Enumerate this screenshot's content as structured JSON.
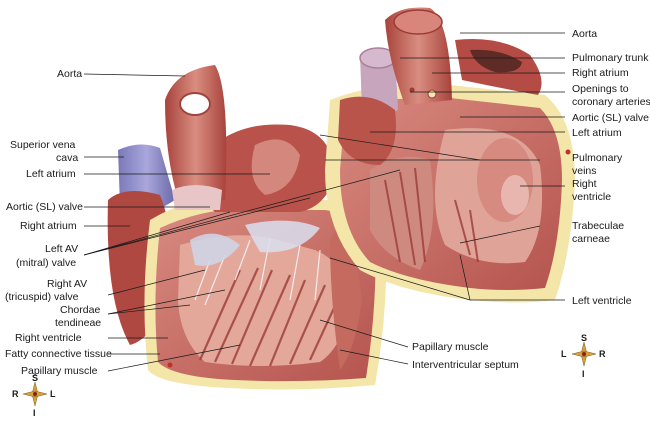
{
  "labels": {
    "aorta_left": "Aorta",
    "svc_1": "Superior vena",
    "svc_2": "cava",
    "left_atrium_left": "Left atrium",
    "aortic_sl_left": "Aortic (SL) valve",
    "right_atrium_left": "Right atrium",
    "left_av_1": "Left AV",
    "left_av_2": "(mitral) valve",
    "right_av_1": "Right AV",
    "right_av_2": "(tricuspid) valve",
    "chordae_1": "Chordae",
    "chordae_2": "tendineae",
    "right_ventricle_left": "Right ventricle",
    "fatty": "Fatty connective tissue",
    "papillary_left": "Papillary muscle",
    "aorta_right": "Aorta",
    "pulmonary_trunk": "Pulmonary trunk",
    "right_atrium_right": "Right atrium",
    "openings_1": "Openings to",
    "openings_2": "coronary arteries",
    "aortic_sl_right": "Aortic (SL) valve",
    "left_atrium_right": "Left atrium",
    "pulm_veins_1": "Pulmonary",
    "pulm_veins_2": "veins",
    "right_ventricle_right_1": "Right",
    "right_ventricle_right_2": "ventricle",
    "trabeculae_1": "Trabeculae",
    "trabeculae_2": "carneae",
    "left_ventricle": "Left ventricle",
    "papillary_center": "Papillary muscle",
    "interventricular": "Interventricular septum"
  },
  "compass_left": {
    "s": "S",
    "i": "I",
    "r": "R",
    "l": "L"
  },
  "compass_right": {
    "s": "S",
    "i": "I",
    "l": "L",
    "r": "R"
  }
}
